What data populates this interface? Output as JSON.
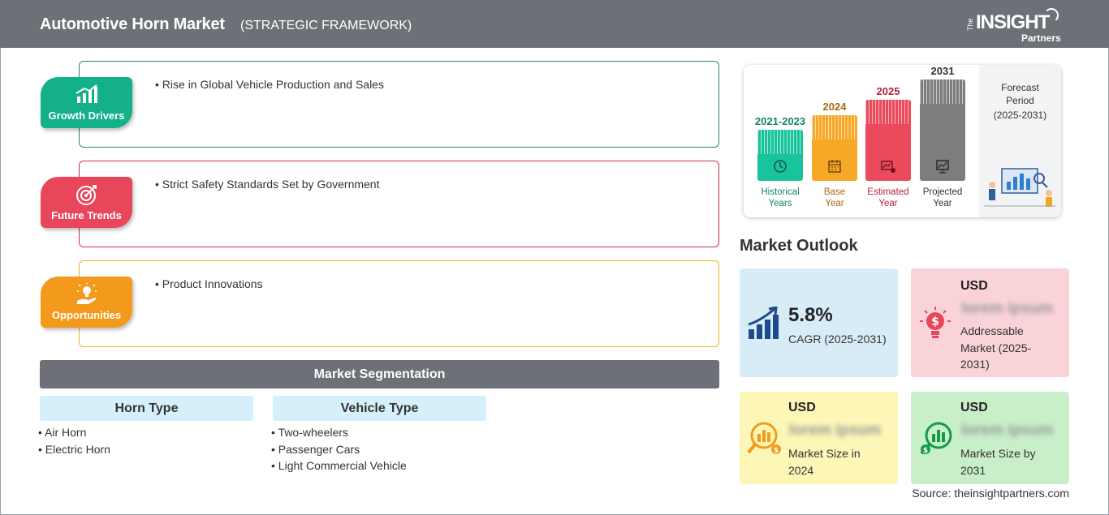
{
  "header": {
    "title": "Automotive Horn Market",
    "subtitle": "(STRATEGIC FRAMEWORK)",
    "logo": {
      "the": "The",
      "insight": "INSIGHT",
      "partners": "Partners"
    }
  },
  "framework": [
    {
      "label": "Growth Drivers",
      "bullet": "Rise in Global Vehicle Production and Sales",
      "color": "#13b08a",
      "border": "#1a8a6d"
    },
    {
      "label": "Future Trends",
      "bullet": "Strict Safety Standards Set by Government",
      "color": "#e8465a",
      "border": "#c9303f"
    },
    {
      "label": "Opportunities",
      "bullet": "Product Innovations",
      "color": "#f39a1c",
      "border": "#f2b21a"
    }
  ],
  "segmentation": {
    "title": "Market Segmentation",
    "columns": [
      {
        "heading": "Horn Type",
        "items": [
          "Air Horn",
          "Electric Horn"
        ]
      },
      {
        "heading": "Vehicle Type",
        "items": [
          "Two-wheelers",
          "Passenger Cars",
          "Light Commercial Vehicle"
        ]
      }
    ]
  },
  "timeline": {
    "bars": [
      {
        "year": "2021-2023",
        "label_line1": "Historical",
        "label_line2": "Years",
        "color": "#19c39b",
        "text_color": "#14856a",
        "level": 0.5
      },
      {
        "year": "2024",
        "label_line1": "Base",
        "label_line2": "Year",
        "color": "#f7a827",
        "text_color": "#a8690f",
        "level": 0.65
      },
      {
        "year": "2025",
        "label_line1": "Estimated",
        "label_line2": "Year",
        "color": "#ea4a5c",
        "text_color": "#b3243a",
        "level": 0.8
      },
      {
        "year": "2031",
        "label_line1": "Projected",
        "label_line2": "Year",
        "color": "#7d7d7d",
        "text_color": "#333333",
        "level": 1.0
      }
    ],
    "forecast_line1": "Forecast",
    "forecast_line2": "Period",
    "forecast_line3": "(2025-2031)"
  },
  "outlook": {
    "title": "Market Outlook",
    "cagr_value": "5.8%",
    "cagr_label": "CAGR (2025-2031)",
    "addressable": {
      "usd": "USD",
      "value": "lorem ipsum",
      "desc1": "Addressable",
      "desc2": "Market (2025-",
      "desc3": "2031)"
    },
    "size_2024": {
      "usd": "USD",
      "value": "lorem ipsum",
      "desc1": "Market Size in",
      "desc2": "2024"
    },
    "size_2031": {
      "usd": "USD",
      "value": "lorem ipsum",
      "desc1": "Market Size by",
      "desc2": "2031"
    },
    "colors": {
      "cagr": "#d7ecf7",
      "addressable": "#f9d3d8",
      "size_2024": "#fcf6b7",
      "size_2031": "#c8efc8"
    }
  },
  "source": "Source: theinsightpartners.com"
}
